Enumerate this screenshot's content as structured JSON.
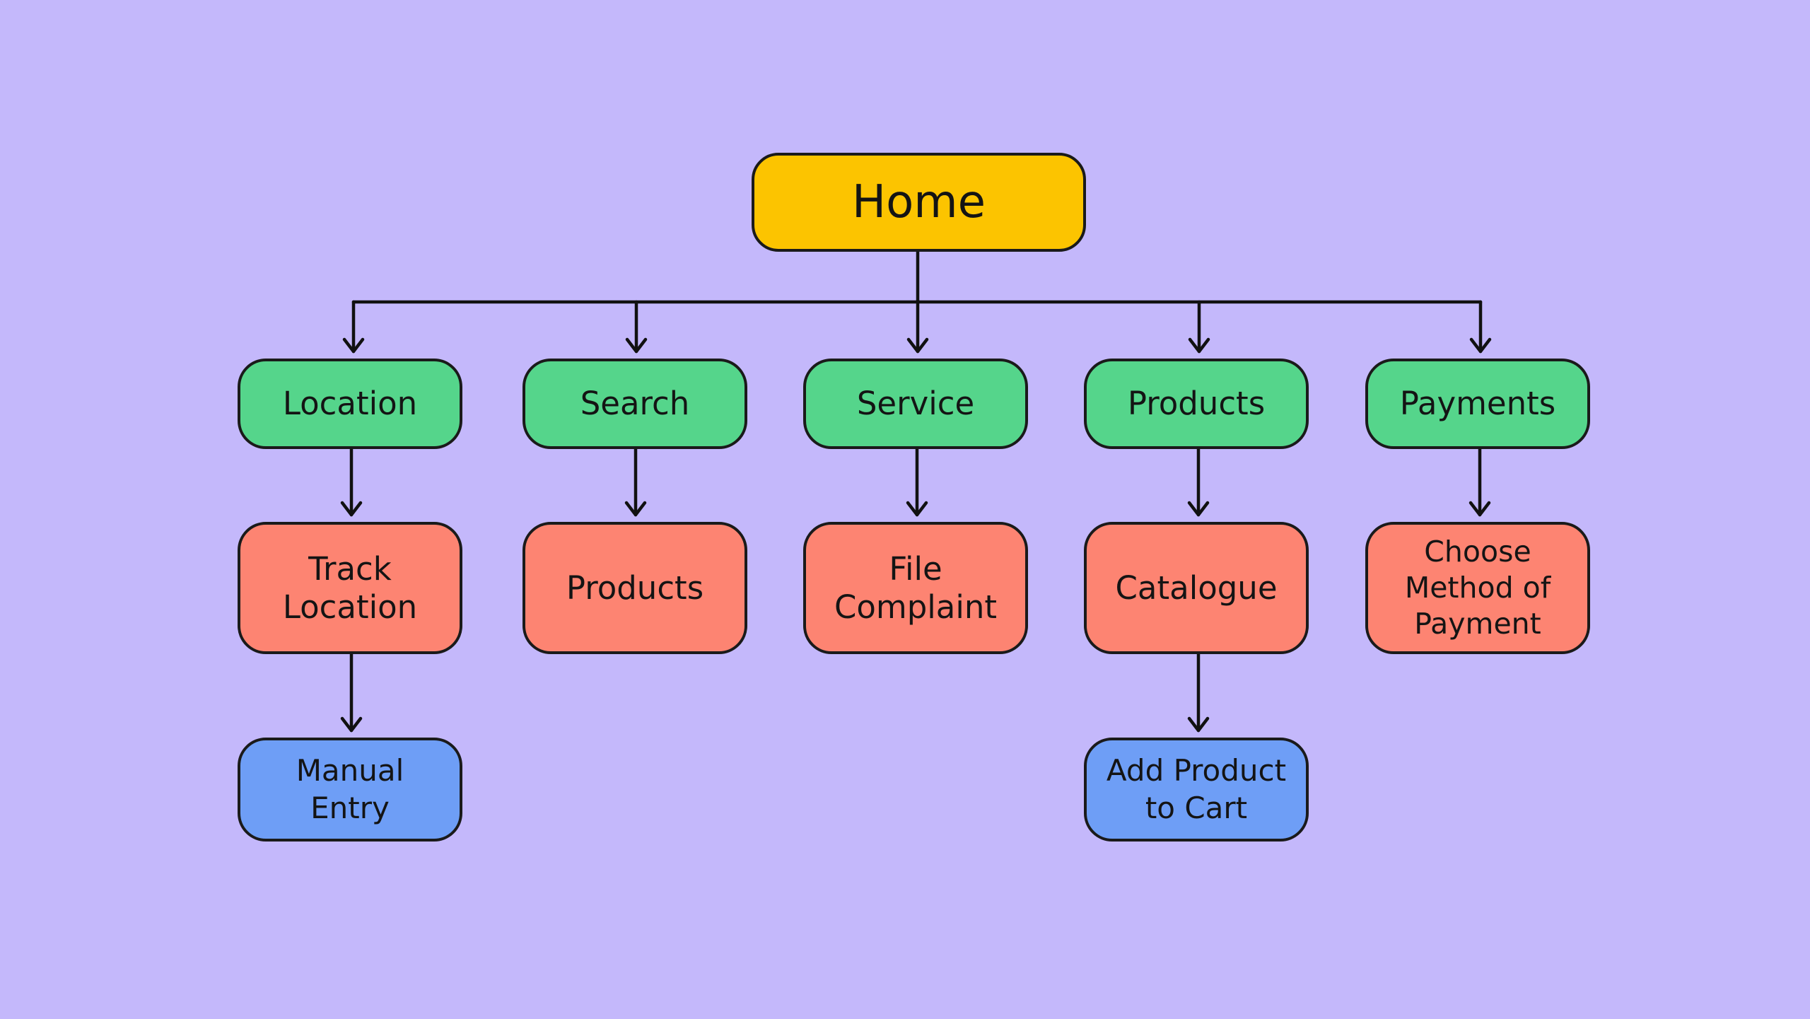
{
  "diagram": {
    "root": {
      "label": "Home"
    },
    "level1": [
      {
        "label": "Location"
      },
      {
        "label": "Search"
      },
      {
        "label": "Service"
      },
      {
        "label": "Products"
      },
      {
        "label": "Payments"
      }
    ],
    "level2": [
      {
        "label": "Track\nLocation"
      },
      {
        "label": "Products"
      },
      {
        "label": "File\nComplaint"
      },
      {
        "label": "Catalogue"
      },
      {
        "label": "Choose\nMethod of\nPayment"
      }
    ],
    "level3": [
      {
        "label": "Manual\nEntry"
      },
      {
        "label": "Add Product\nto Cart"
      }
    ]
  },
  "colors": {
    "background": "#c4b8fb",
    "root": "#fcc400",
    "level1": "#55d58b",
    "level2": "#fd8472",
    "level3": "#6e9ef6",
    "stroke": "#111111"
  }
}
